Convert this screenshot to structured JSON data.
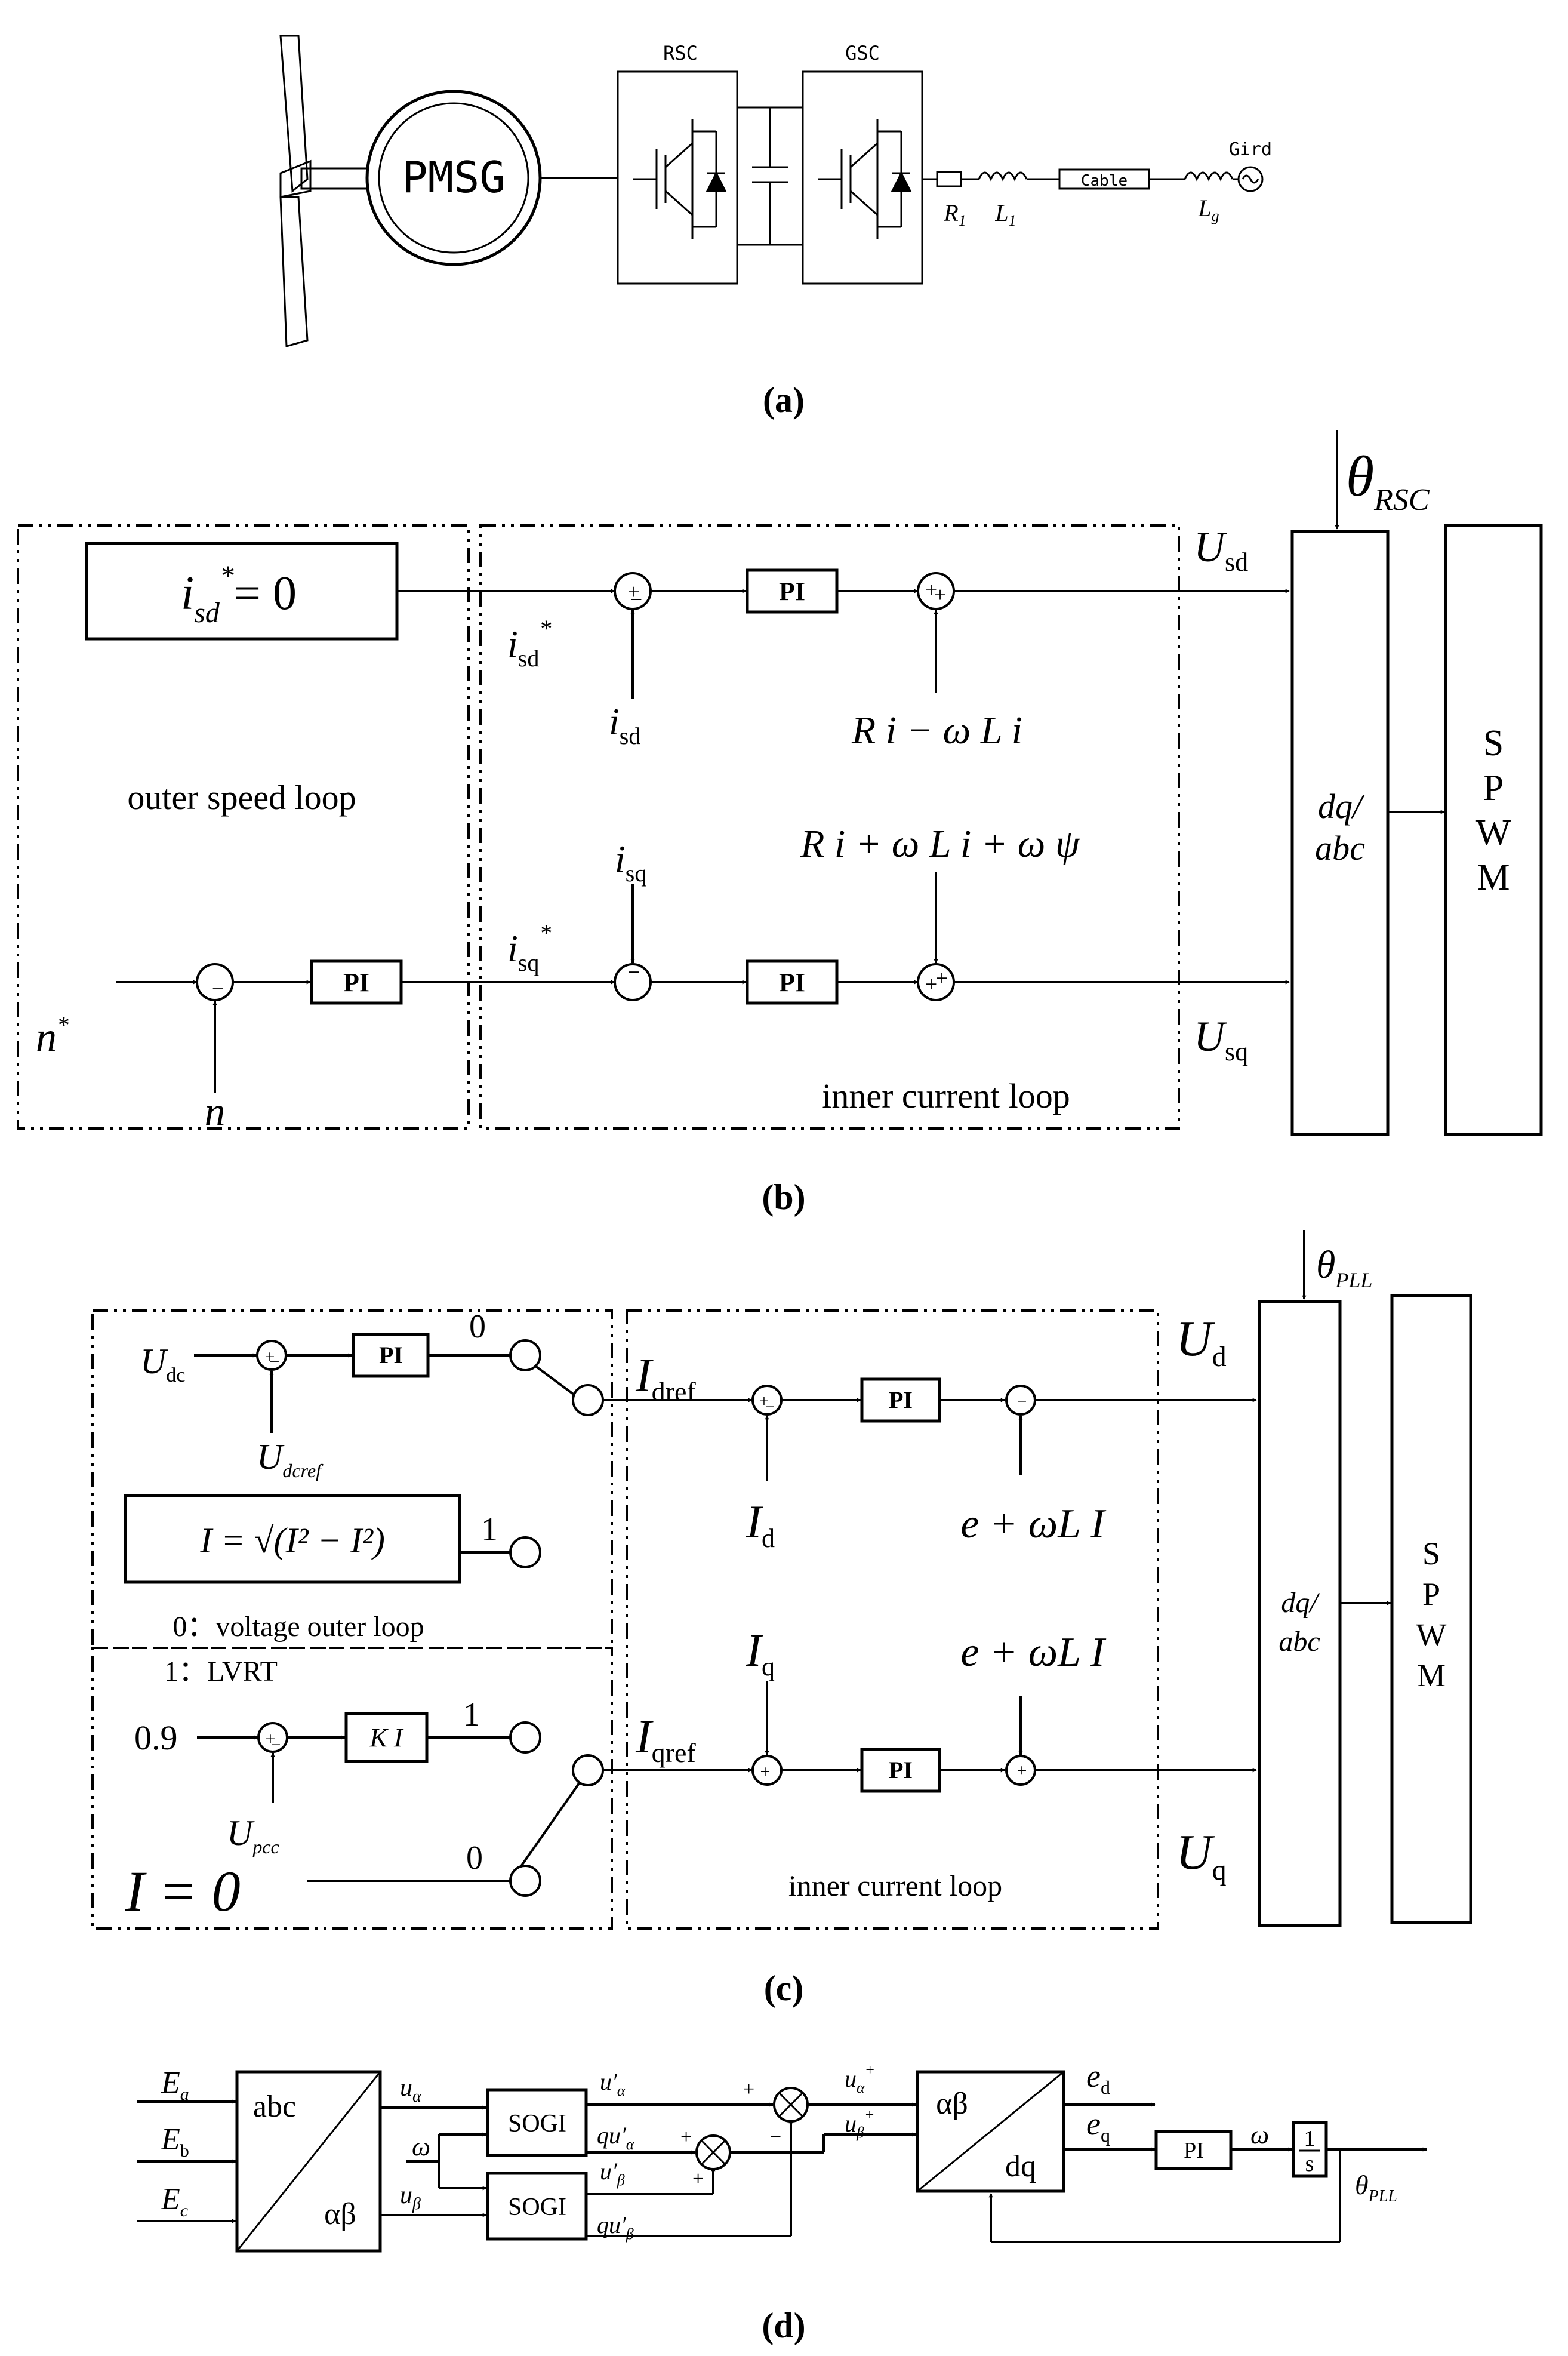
{
  "panels": {
    "a": {
      "caption": "(a)",
      "pmsg": "PMSG",
      "rsc": "RSC",
      "gsc": "GSC",
      "r1": "R",
      "r1_sub": "1",
      "l1": "L",
      "l1_sub": "1",
      "cable": "Cable",
      "lg": "L",
      "lg_sub": "g",
      "grid": "Gird"
    },
    "b": {
      "caption": "(b)",
      "isd_ref_eq": "= 0",
      "outer_label": "outer speed loop",
      "inner_label": "inner current loop",
      "pi": "PI",
      "n_star": "n",
      "n": "n",
      "isd_star": "i",
      "isq_star": "i",
      "isd": "i",
      "isq": "i",
      "ff_d": "R i − ω L i",
      "ff_q": "R i + ω L i + ω ψ",
      "usd": "U",
      "usq": "U",
      "theta": "θ",
      "theta_sub": "RSC",
      "dq_abc_1": "dq/",
      "dq_abc_2": "abc",
      "spwm": [
        "S",
        "P",
        "W",
        "M"
      ]
    },
    "c": {
      "caption": "(c)",
      "udc": "U",
      "udc_sub": "dc",
      "udcref": "U",
      "udcref_sub": "dcref",
      "pi": "PI",
      "zero": "0",
      "one": "1",
      "idref_formula": "I = √(I² − I²)",
      "legend_0": "0：voltage outer loop",
      "legend_1": "1：LVRT",
      "v09": "0.9",
      "upcc": "U",
      "upcc_sub": "pcc",
      "k1in": "K I",
      "iqref_eq": "I = 0",
      "idref": "I",
      "idref_sub": "dref",
      "iqref": "I",
      "iqref_sub": "qref",
      "id": "I",
      "id_sub": "d",
      "iq": "I",
      "iq_sub": "q",
      "ff_d": "e + ωL I",
      "ff_q": "e + ωL I",
      "ud": "U",
      "ud_sub": "d",
      "uq": "U",
      "uq_sub": "q",
      "inner_label": "inner current loop",
      "theta": "θ",
      "theta_sub": "PLL",
      "dq_abc_1": "dq/",
      "dq_abc_2": "abc",
      "spwm": [
        "S",
        "P",
        "W",
        "M"
      ]
    },
    "d": {
      "caption": "(d)",
      "ea": "E",
      "ea_sub": "a",
      "eb": "E",
      "eb_sub": "b",
      "ec": "E",
      "ec_sub": "c",
      "abc": "abc",
      "ab": "αβ",
      "ualpha": "u",
      "ubeta": "u",
      "omega": "ω",
      "sogi": "SOGI",
      "ua_p": "u′",
      "qua_p": "qu′",
      "ub_p": "u′",
      "qub_p": "qu′",
      "uap": "u",
      "ubp": "u",
      "ab2": "αβ",
      "dq": "dq",
      "ed": "e",
      "ed_sub": "d",
      "eq": "e",
      "eq_sub": "q",
      "pi": "PI",
      "omega2": "ω",
      "int_1": "1",
      "int_s": "s",
      "theta": "θ",
      "theta_sub": "PLL",
      "plus": "+",
      "minus": "−"
    }
  }
}
